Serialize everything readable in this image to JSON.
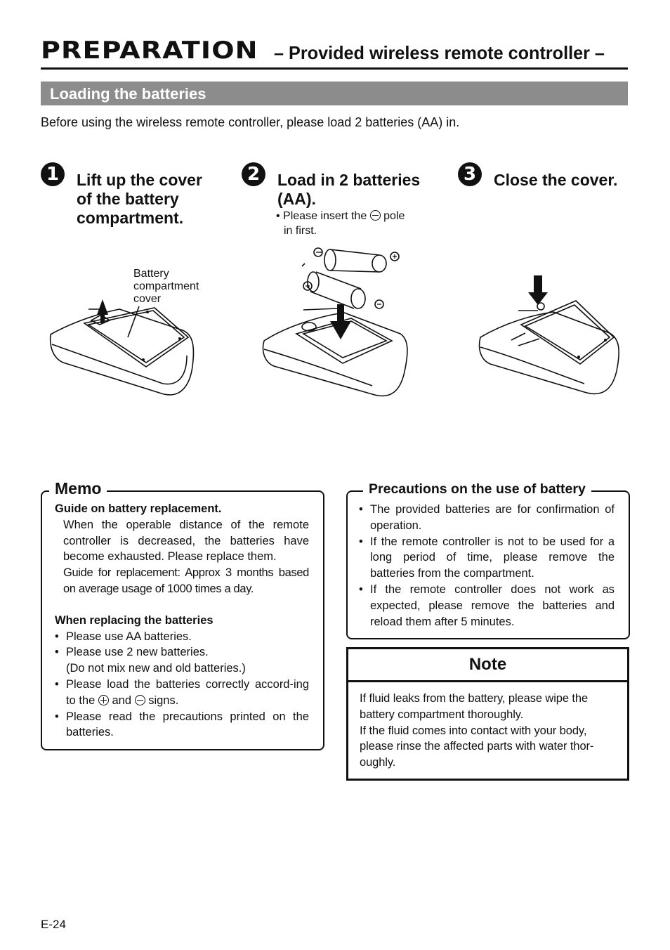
{
  "header": {
    "title": "PREPARATION",
    "subtitle": "– Provided wireless remote controller –"
  },
  "section": {
    "title": "Loading the batteries"
  },
  "intro": "Before using the wireless remote controller, please load 2 batteries (AA) in.",
  "steps": [
    {
      "number": "1",
      "title_lines": [
        "Lift up the cover",
        "of the battery",
        "compartment."
      ],
      "callout_lines": [
        "Battery",
        "compartment",
        "cover"
      ]
    },
    {
      "number": "2",
      "title_lines": [
        "Load in 2 batteries",
        "(AA)."
      ],
      "note_before": "Please insert the",
      "note_after": "pole",
      "note_line2": "in first."
    },
    {
      "number": "3",
      "title_lines": [
        "Close the cover."
      ]
    }
  ],
  "memo": {
    "title": "Memo",
    "guide_heading": "Guide on battery replacement.",
    "guide_text": "When the operable distance of the remote controller is decreased, the batteries have become exhausted. Please replace them.",
    "guide_text2": "Guide for replacement: Approx 3 months based on average usage of 1000 times a day.",
    "replacing_heading": "When replacing the batteries",
    "items": [
      "Please use AA batteries.",
      "Please use 2 new batteries.",
      "(Do not mix new and old batteries.)",
      "Please load the batteries correctly accord-ing to the",
      "and",
      "signs.",
      "Please read the precautions printed on the batteries."
    ]
  },
  "precautions": {
    "title": "Precautions on the use of battery",
    "items": [
      "The provided batteries are for confirmation of operation.",
      "If the remote controller is not to be used for a long period of time, please remove the batteries from the compartment.",
      "If the remote controller does not work as expected, please remove the batteries and reload them after 5 minutes."
    ]
  },
  "note": {
    "title": "Note",
    "para1": "If fluid leaks from the battery, please wipe the battery compartment thoroughly.",
    "para2": "If the fluid comes into contact with your body, please rinse the affected parts with water thor-oughly."
  },
  "page_number": "E-24"
}
